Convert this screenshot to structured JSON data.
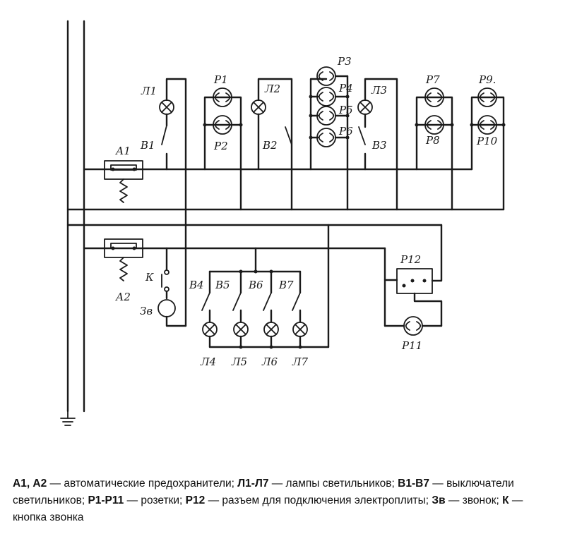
{
  "labels": {
    "a1": "А1",
    "a2": "А2",
    "l1": "Л1",
    "l2": "Л2",
    "l3": "Л3",
    "l4": "Л4",
    "l5": "Л5",
    "l6": "Л6",
    "l7": "Л7",
    "b1": "В1",
    "b2": "В2",
    "b3": "В3",
    "b4": "В4",
    "b5": "В5",
    "b6": "В6",
    "b7": "В7",
    "p1": "Р1",
    "p2": "Р2",
    "p3": "Р3",
    "p4": "Р4",
    "p5": "Р5",
    "p6": "Р6",
    "p7": "Р7",
    "p8": "Р8",
    "p9": "Р9.",
    "p10": "Р10",
    "p11": "Р11",
    "p12": "Р12",
    "k": "К",
    "zv": "Зв"
  },
  "legend": [
    {
      "key": "А1, А2",
      "text": " — автоматические предохранители; "
    },
    {
      "key": "Л1-Л7",
      "text": " — лампы светильников; "
    },
    {
      "key": "В1-В7",
      "text": " — выключатели светильников; "
    },
    {
      "key": "Р1-Р11",
      "text": " — розетки; "
    },
    {
      "key": "Р12",
      "text": " — разъем для подключения электроплиты; "
    },
    {
      "key": "Зв",
      "text": " — звонок; "
    },
    {
      "key": "К",
      "text": " — кнопка звонка"
    }
  ]
}
